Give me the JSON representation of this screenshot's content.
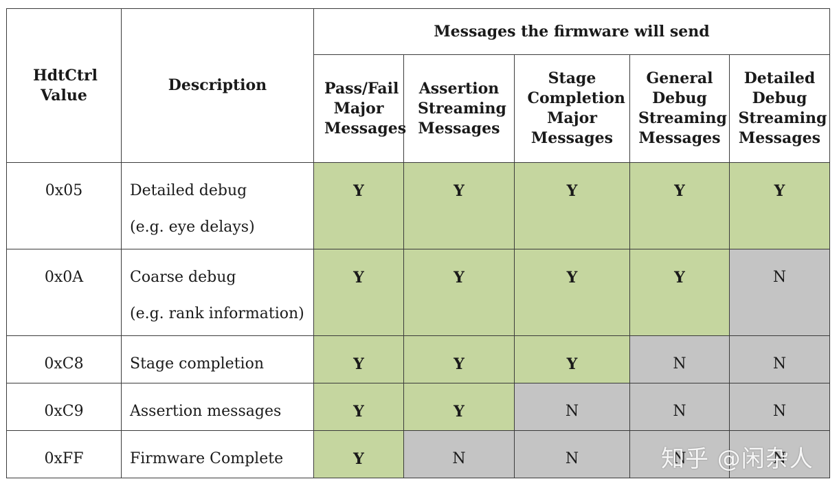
{
  "headers": {
    "value": "HdtCtrl Value",
    "description": "Description",
    "group": "Messages the firmware will send",
    "columns": [
      "Pass/Fail Major Messages",
      "Assertion Streaming Messages",
      "Stage Completion Major Messages",
      "General Debug Streaming Messages",
      "Detailed Debug Streaming Messages"
    ]
  },
  "rows": [
    {
      "value": "0x05",
      "desc1": "Detailed debug",
      "desc2": "(e.g. eye delays)",
      "cells": [
        "Y",
        "Y",
        "Y",
        "Y",
        "Y"
      ]
    },
    {
      "value": "0x0A",
      "desc1": "Coarse debug",
      "desc2": "(e.g. rank information)",
      "cells": [
        "Y",
        "Y",
        "Y",
        "Y",
        "N"
      ]
    },
    {
      "value": "0xC8",
      "desc1": "Stage completion",
      "desc2": "",
      "cells": [
        "Y",
        "Y",
        "Y",
        "N",
        "N"
      ]
    },
    {
      "value": "0xC9",
      "desc1": "Assertion messages",
      "desc2": "",
      "cells": [
        "Y",
        "Y",
        "N",
        "N",
        "N"
      ]
    },
    {
      "value": "0xFF",
      "desc1": "Firmware Complete",
      "desc2": "",
      "cells": [
        "Y",
        "N",
        "N",
        "N",
        "N"
      ]
    }
  ],
  "colors": {
    "yes": "#c5d69f",
    "no": "#c4c4c4"
  },
  "watermark": "知乎 @闲杂人"
}
